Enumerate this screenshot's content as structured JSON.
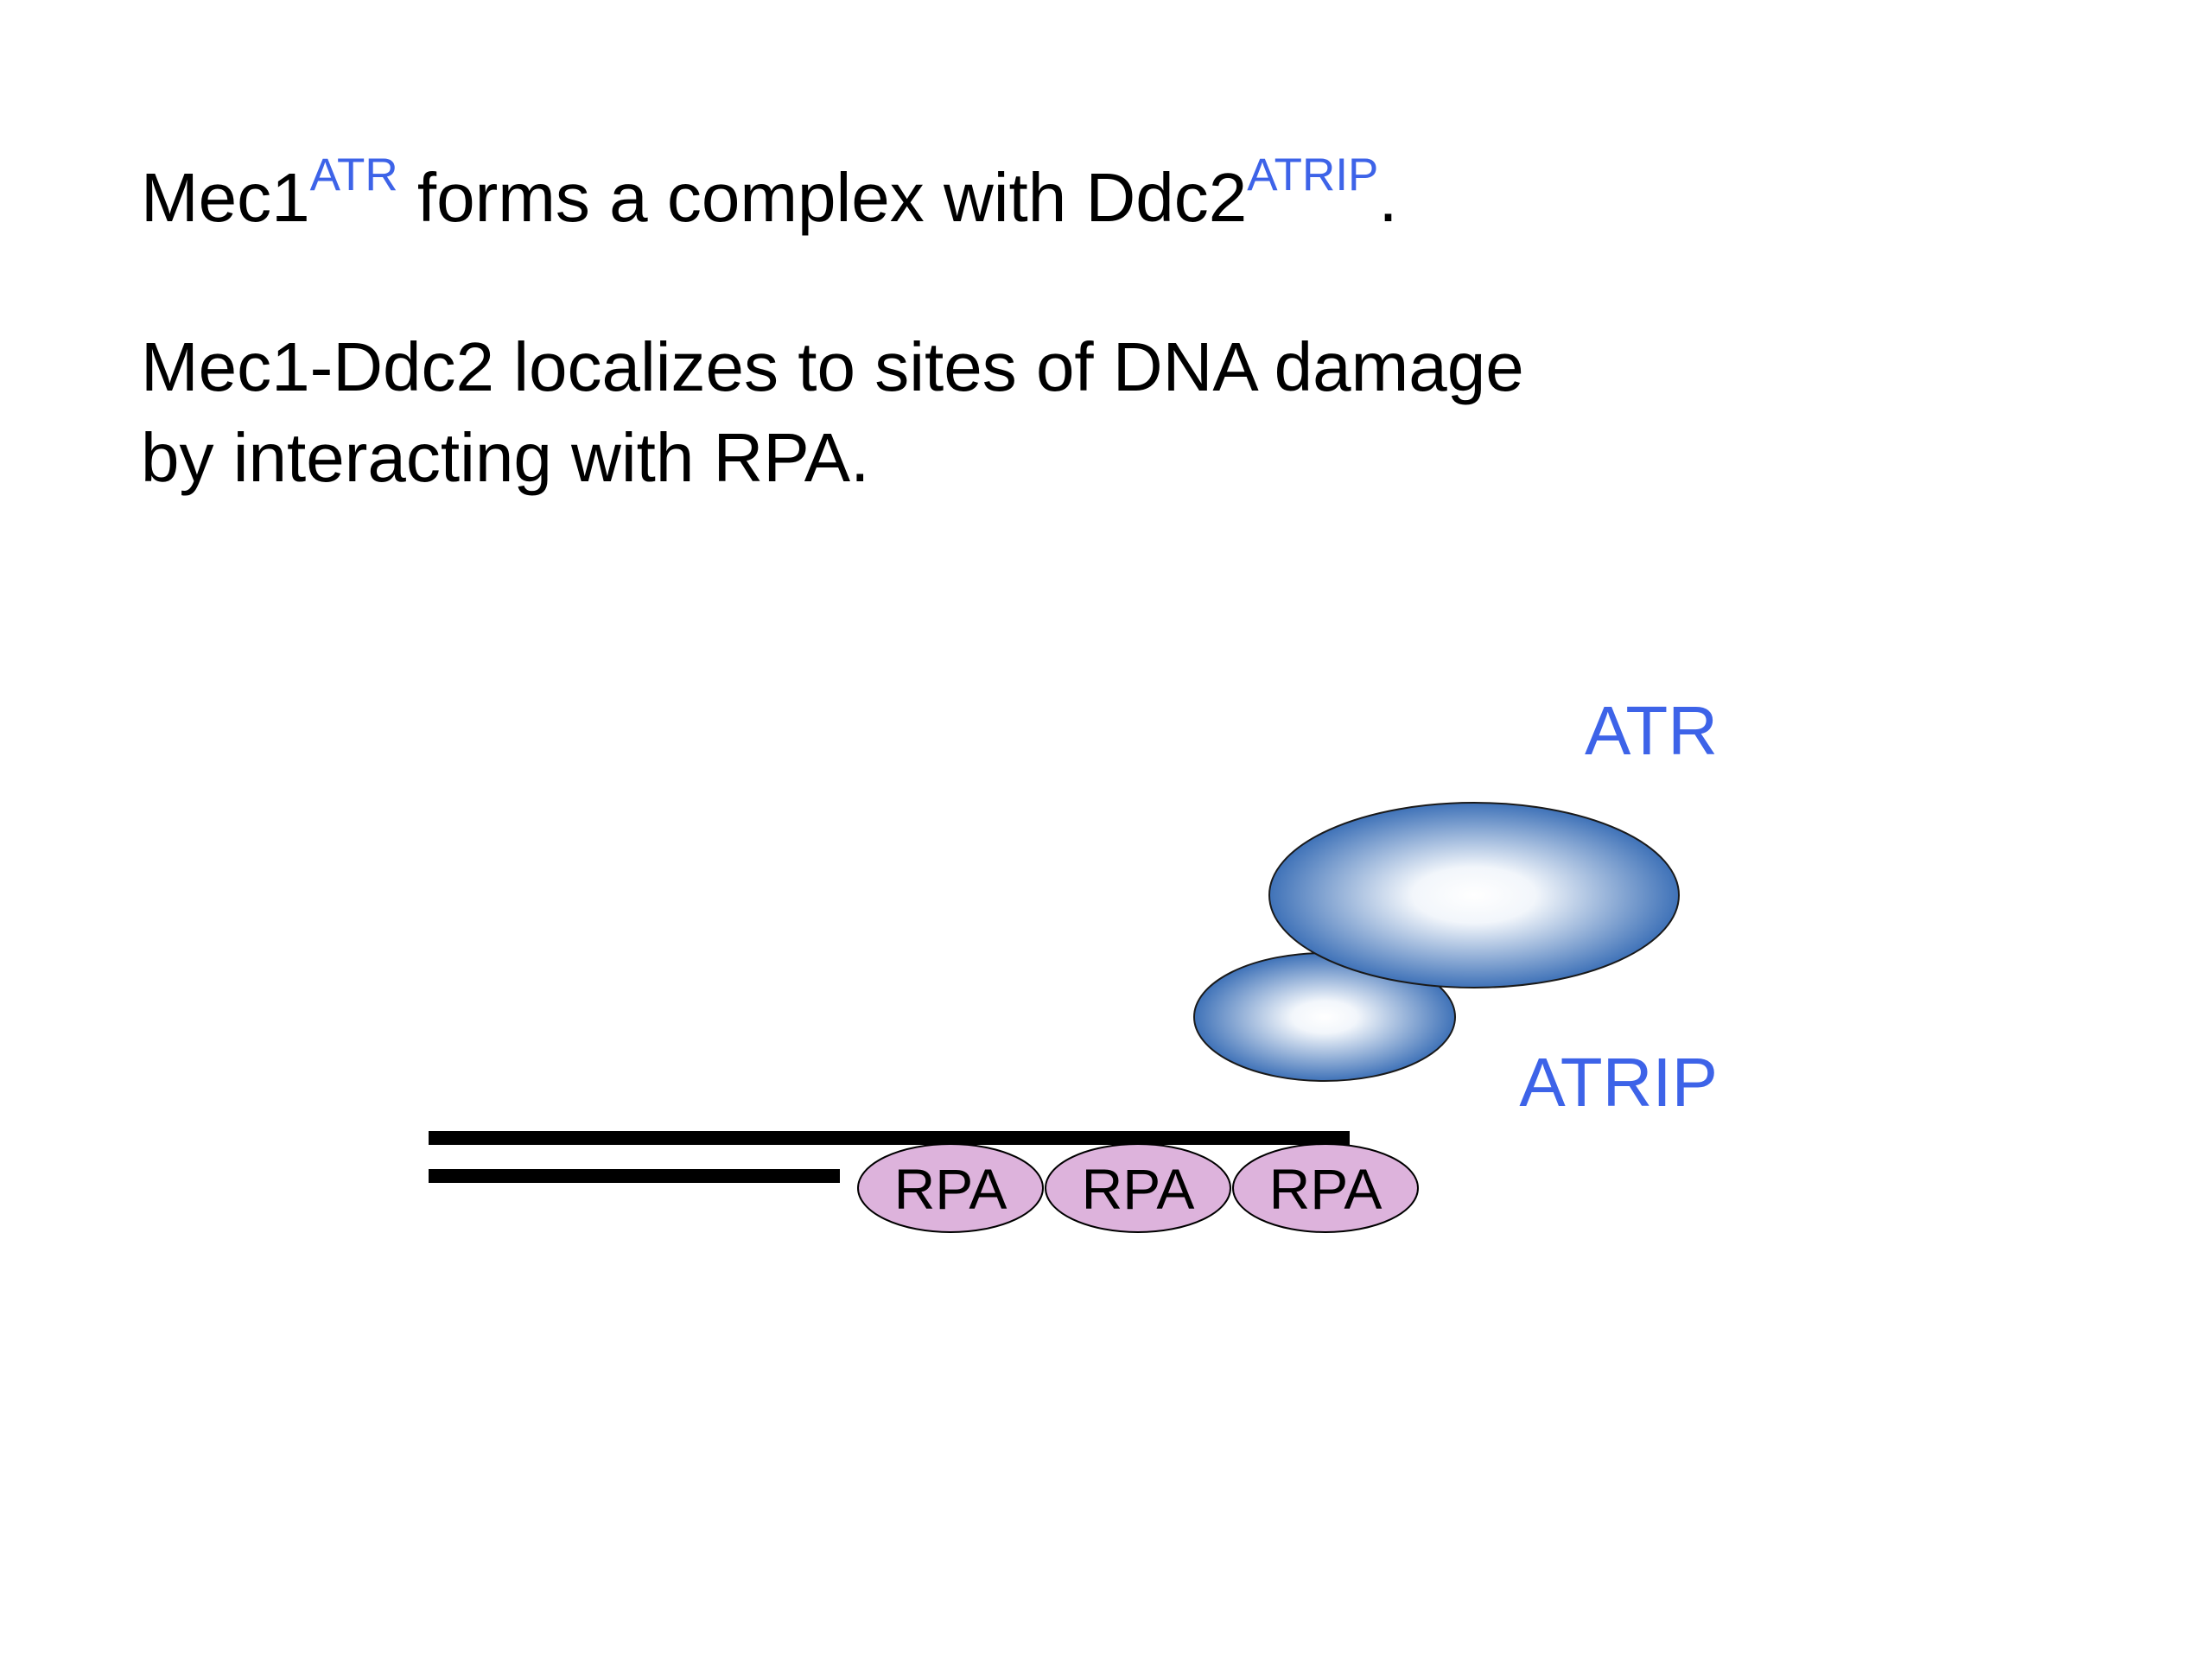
{
  "statement1": {
    "subject": "Mec1",
    "subject_sup": "ATR",
    "middle": " forms a complex with Ddc2",
    "object_sup": "ATRIP",
    "end": "."
  },
  "statement2": {
    "line1": "Mec1-Ddc2 localizes to sites of DNA damage",
    "line2": "by interacting with RPA."
  },
  "diagram": {
    "labels": {
      "atr": "ATR",
      "atrip": "ATRIP"
    },
    "rpa_labels": [
      "RPA",
      "RPA",
      "RPA"
    ]
  },
  "colors": {
    "accent_blue": "#3d63e8",
    "protein_blue": "#3f72b8",
    "rpa_fill": "#ddb3dc",
    "text": "#000000"
  }
}
